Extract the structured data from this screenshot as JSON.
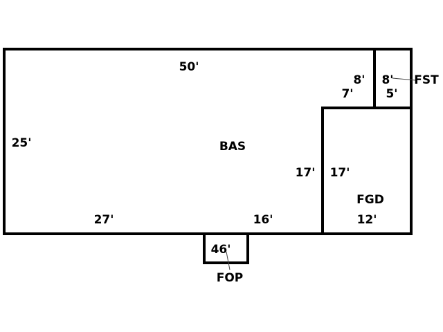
{
  "areas": {
    "bas": {
      "label": "BAS",
      "top": "50'",
      "left": "25'",
      "bottom_left": "27'",
      "bottom_right": "16'",
      "right_upper": "8'",
      "step": "7'",
      "right_lower": "17'"
    },
    "fst": {
      "label": "FST",
      "left": "8'",
      "bottom": "5'"
    },
    "fgd": {
      "label": "FGD",
      "left": "17'",
      "bottom": "12'"
    },
    "fop": {
      "label": "FOP",
      "area": "46'"
    }
  },
  "colors": {
    "line": "#000000",
    "background": "#ffffff"
  }
}
